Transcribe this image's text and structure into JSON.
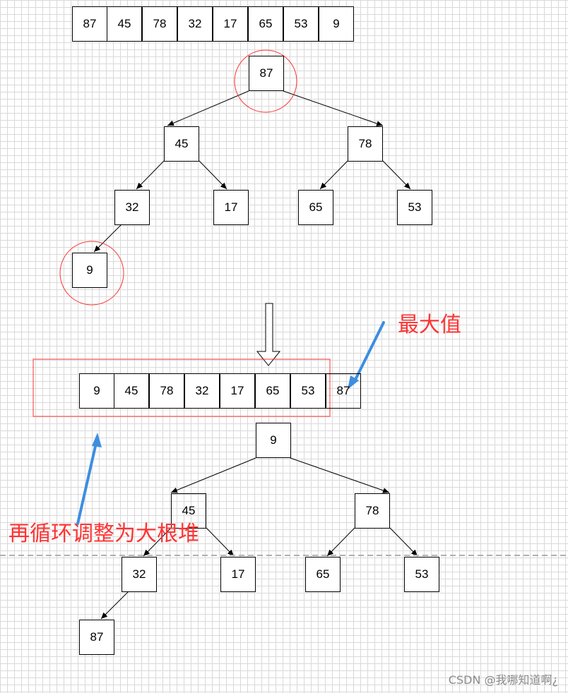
{
  "array_top": [
    "87",
    "45",
    "78",
    "32",
    "17",
    "65",
    "53",
    "9"
  ],
  "tree_top": {
    "root": "87",
    "l": "45",
    "r": "78",
    "ll": "32",
    "lr": "17",
    "rl": "65",
    "rr": "53",
    "lll": "9"
  },
  "array_bottom": [
    "9",
    "45",
    "78",
    "32",
    "17",
    "65",
    "53",
    "87"
  ],
  "tree_bottom": {
    "root": "9",
    "l": "45",
    "r": "78",
    "ll": "32",
    "lr": "17",
    "rl": "65",
    "rr": "53",
    "lll": "87"
  },
  "annotations": {
    "max_value": "最大值",
    "reheap": "再循环调整为大根堆"
  },
  "watermark": "CSDN @我哪知道啊¿",
  "colors": {
    "highlight": "#ff3333",
    "pointer": "#3d8ee0",
    "line": "#000000",
    "dashed": "#b0b0b0"
  }
}
